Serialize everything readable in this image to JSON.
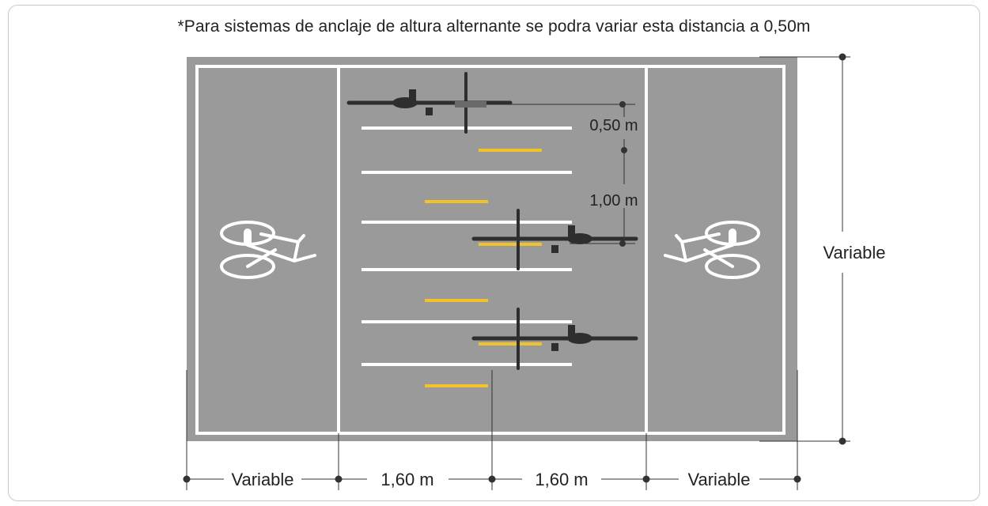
{
  "note": "*Para sistemas de anclaje de altura alternante se podra variar esta distancia a 0,50m",
  "dims": {
    "spacing_top": "0,50 m",
    "spacing_mid": "1,00 m",
    "height": "Variable",
    "bottom_left": "Variable",
    "bottom_mid1": "1,60 m",
    "bottom_mid2": "1,60 m",
    "bottom_right": "Variable"
  },
  "colors": {
    "pavement": "#9a9a9a",
    "line_white": "#ffffff",
    "line_yellow": "#f2c229",
    "bike": "#2e2e2e",
    "dim_line": "#333333"
  }
}
